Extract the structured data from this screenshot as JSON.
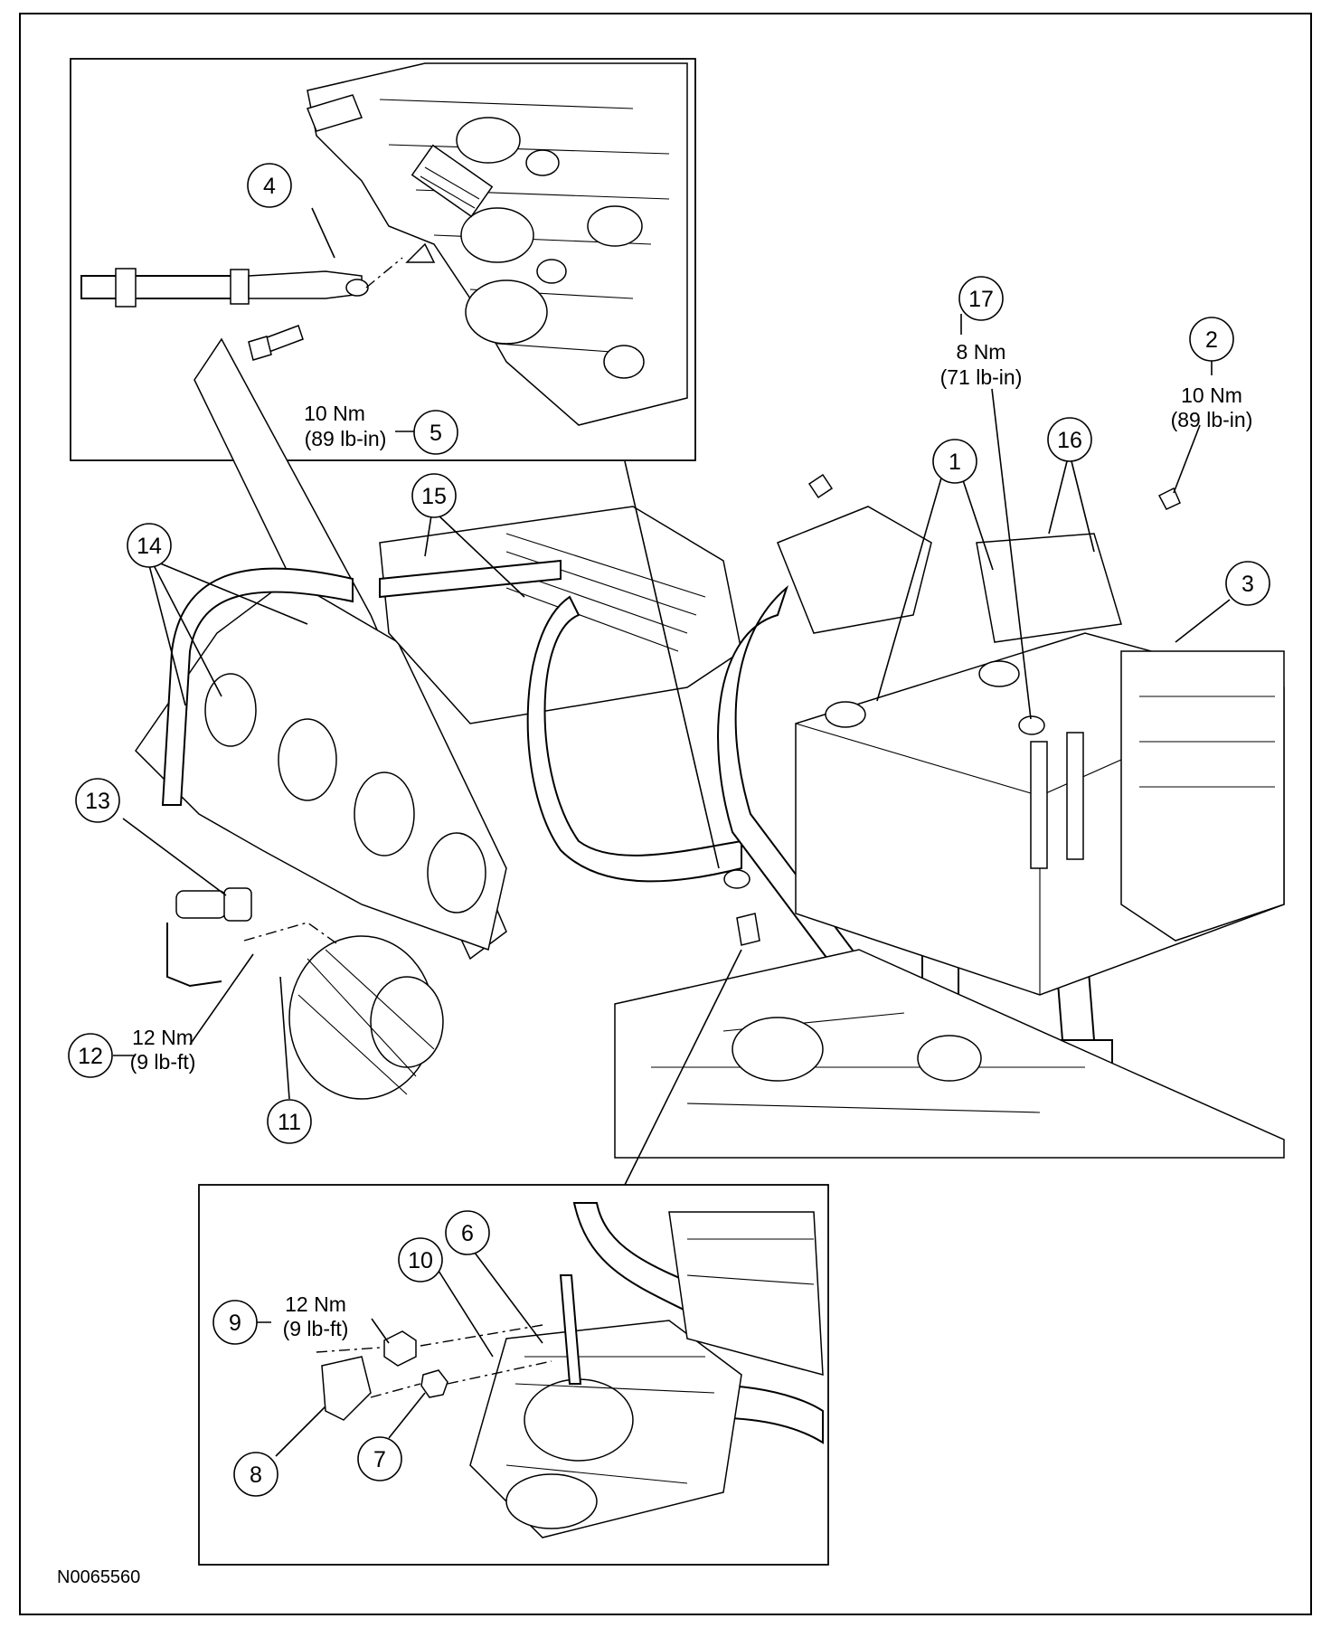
{
  "figure_id": "N0065560",
  "callouts": [
    {
      "n": "1"
    },
    {
      "n": "2",
      "torque": [
        "10 Nm",
        "(89 lb-in)"
      ]
    },
    {
      "n": "3"
    },
    {
      "n": "4"
    },
    {
      "n": "5",
      "torque": [
        "10 Nm",
        "(89 lb-in)"
      ]
    },
    {
      "n": "6"
    },
    {
      "n": "7"
    },
    {
      "n": "8"
    },
    {
      "n": "9",
      "torque": [
        "12 Nm",
        "(9 lb-ft)"
      ]
    },
    {
      "n": "10"
    },
    {
      "n": "11"
    },
    {
      "n": "12",
      "torque": [
        "12 Nm",
        "(9 lb-ft)"
      ]
    },
    {
      "n": "13"
    },
    {
      "n": "14"
    },
    {
      "n": "15"
    },
    {
      "n": "16"
    },
    {
      "n": "17",
      "torque": [
        "8 Nm",
        "(71 lb-in)"
      ]
    }
  ]
}
